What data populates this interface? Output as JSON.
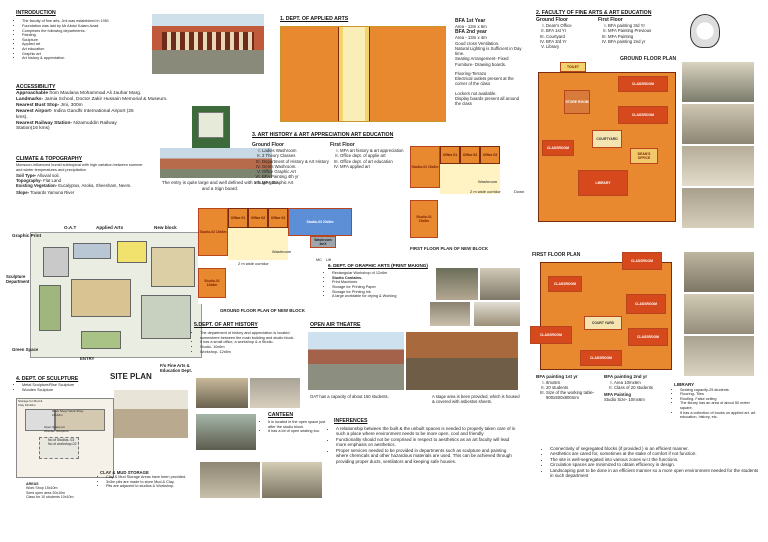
{
  "intro": {
    "title": "INTRODUCTION",
    "items": [
      "The faculty of fine arts, Jmi was established in 1951",
      "Foundation was laid by Mr Abdul Kalam Azad.",
      "Comprises the following departments.",
      "Painting",
      "Sculpture",
      "Applied art",
      "Art education",
      "Graphic art",
      "Art history & appreciation"
    ]
  },
  "access": {
    "title": "ACCESSIBILITY",
    "approach_label": "Approachable",
    "approach": " from Maulana Mohammad Ali Jauhar Marg.",
    "landmarks_label": "Landmarks-",
    "landmarks": " Jamia School, Doctor Zakir Hussain Memorial & Museum.",
    "bus_label": "Nearest Bust Stop-",
    "bus": " Jmi, 300m",
    "airport_label": "Nearest Airport-",
    "airport": " Indira Gandhi International Airport (25 kms).",
    "rail_label": "Nearest Railway Station-",
    "rail": " Nizamuddin Railway Station(16 kms)"
  },
  "climate": {
    "title": "CLIMATE & TOPOGRAPHY",
    "text": "Monsoon-influenced humid subtropical with high variation between summer and winter temperatures and precipitation",
    "soil_label": "Soil Type-",
    "soil": " Alluvial soil.",
    "topo_label": "Topography-",
    "topo": " Flat Land",
    "veg_label": "Existing Vegetation-",
    "veg": " Eucalyptus, Asoka, Sheesham, Neem.",
    "slope_label": "Slope-",
    "slope": " Towards Yamuna River"
  },
  "entry_caption": "The entry is quite large and well defined with a huge gate and a Sign board.",
  "siteplan": {
    "title": "SITE PLAN",
    "labels": {
      "graphic": "Graphic Print",
      "oat": "O.A.T",
      "applied": "Applied Arts",
      "newblock": "New block",
      "sculpture": "Sculpture Department",
      "green": "Green Space",
      "entry": "ENTRY",
      "fa": "F/o Fine Arts & Education Dept."
    }
  },
  "dept_sculpture": {
    "title": "4. DEPT. OF SCULPTURE",
    "items": [
      "Metal Sculpture/Rise Sculpture",
      "Wooden Sculpture"
    ],
    "storage": "Storage for Mud & Clay 10x10m",
    "work": "Work Shop/ Work Shop 15x10m",
    "open": "Open Space for Wooden Sculpture",
    "workshop_no": "No of Studios- 03",
    "workshop_no2": "No of workshop-02",
    "areas_title": "AREAS",
    "areas": [
      "Work Shop 15x10m",
      "Semi open area 20x10m",
      "Class for 10 students 10x10m"
    ],
    "clay_title": "CLAY & MUD STORAGE",
    "clay": [
      "Clay & Mud Storage Areas have been provided.",
      "3x3m pits are made to store Mud & Clay.",
      "Pits are adjacent to studios & Workshop."
    ]
  },
  "applied": {
    "title": "1. DEPT. OF APPLIED ARTS",
    "bfa1_title": "BFA 1st Year",
    "bfa1": "Area - 13m x 6m",
    "bfa2_title": "BFA 2nd year",
    "bfa2": "Area - 13m x 4m",
    "notes": [
      "Good cross Ventilation.",
      "Natural Lighting is Sufficient in Day time.",
      "Seating Arrangement- Fixed Furniture- Drawing boards.",
      "Flooring-Terrazo",
      "Electrical outlets present at the corner of the class",
      "Lockers not available.",
      "Display boards present all around the class"
    ]
  },
  "arthistory": {
    "title": "3. ART HISTORY & ART APPRECIATION ART EDUCATION",
    "ground_title": "Ground Floor",
    "ground": [
      "Ladies Washroom",
      "2 Theory Classes",
      "Department of History & Art History",
      "Gents Washroom.",
      "Office Graphic Art",
      "BFA Painting 4th yr",
      "MFA Graphic Art"
    ],
    "first_title": "First Floor",
    "first": [
      "MFA art history & art appreciation",
      "Office dept. of applie art",
      "Office dept. of art education",
      "MFA applied art"
    ]
  },
  "gfplan": {
    "title": "GROUND FLOOR PLAN OF NEW BLOCK",
    "studio02": "Studio-02 15x8m",
    "studio03": "Studio-03 20x8m",
    "studio01": "Studio-01 15x8m",
    "office01": "Office 01",
    "office02": "Office 02",
    "office03": "Office 03",
    "corridor": "2 m wide corridor",
    "washroom": "Washroom",
    "lift": "Lift",
    "washroom_label": "Washroom 3mX",
    "mc": "MC"
  },
  "ffplan": {
    "title": "FIRST FLOOR PLAN OF NEW BLOCK",
    "studio02": "Studio-02 15x8m",
    "studio01": "Studio-01 15x8m",
    "office01": "Office 01",
    "office02": "Office 02",
    "office03": "Office 03",
    "washroom": "Washroom",
    "corridor": "2 m wide corridor",
    "down": "Down"
  },
  "graphic": {
    "title": "6. DEPT. OF GRAPHIC ARTS (PRINT MAKING)",
    "items": [
      "Rectangular Workshop of 12x6m",
      "Studio Contains-",
      "Print Machines",
      "Storage for Printing Paper",
      "Storage for Printing Ink",
      "A large worktable for drying & Working"
    ]
  },
  "dept_art": {
    "title": "5.DEPT. OF ART HISTORY",
    "items": [
      "The department of history and appreciation is located somewhere between the main building and studio block.",
      "It has a small office, a workshop & a Studio.",
      "Studio- 10x6m",
      "Workshop- 12x8m"
    ]
  },
  "oat": {
    "title": "OPEN AIR THEATRE",
    "cap1": "OAT has a capacity of about 150 students.",
    "cap2": "A stage area is been provided, which is housed & covered with asbestos sheets."
  },
  "canteen": {
    "title": "CANTEEN",
    "items": [
      "It is located in the open space just after the studio block.",
      "It has a lot of open seating too."
    ]
  },
  "inferences": {
    "title": "INFERENCES",
    "items": [
      "A relationship between the built & the unbuilt spaces is needed to properly taken care of in such a place where environment needs to be more open, cool and friendly",
      "Functionality should not be comprised in respect to aesthetics as an art faculty will lead more emphasis on aesthetics.",
      "Proper services needed to be provided in departments such as sculpture and painting where chemicals and other hazardous materials are used. This can be achieved through providing proper ducts, ventilators and keeping safe houses."
    ],
    "items2": [
      "Connectivity of segregated blocks (if provided ) in an efficient manner.",
      "Aesthetics are cared for, sometimes at the stake of comfort if not function.",
      "The site is well-segregated into various zones w.r.t the functions.",
      "Circulation spaces are minimized to obtain efficiency in design.",
      "Landscaping part to be done in an efficient manner so a more open environment needed for the students in such department"
    ]
  },
  "painting": {
    "title": "2. FACULTY OF FINE ARTS & ART EDUCATION",
    "ground_title": "Ground Floor",
    "ground": [
      "Dean's Office",
      "BFA 1st Yr",
      "Courtyard",
      "BFA 3rd Yr",
      "Library"
    ],
    "first_title": "First Floor",
    "first": [
      "BFA painting 3rd Yr",
      "MFA Painting Previous",
      "MFA Painting",
      "BFA painting 2nd yr"
    ],
    "gf_title": "GROUND FLOOR PLAN",
    "ff_title": "FIRST FLOOR PLAN",
    "rooms": {
      "classroom": "CLASSROOM",
      "store": "STORE ROOM",
      "toilet": "TOILET",
      "courtyard": "COURTYARD",
      "court": "COURT YARD",
      "dean": "DEAN'S OFFICE",
      "library": "LIBRARY"
    }
  },
  "bfa_block": {
    "t1": "BFA painting 1st yr",
    "l1": [
      "8mx5m",
      "20 students",
      "Size of the working table- 900x500x800mm"
    ],
    "t2": "BFA painting 2nd yr",
    "l2": [
      "Area 10mx6m",
      "Class of 20 students"
    ],
    "mfa_title": "MFA Painting",
    "mfa": "Studio Size- 10mx6m"
  },
  "library": {
    "title": "LIBRARY",
    "items": [
      "Seating capacity-25 students",
      "Flooring- Tiles",
      "Roofing- False ceiling",
      "The library has an area of about 50 meter square.",
      "It has a collection of books on applied art, art education, history, etc."
    ]
  }
}
